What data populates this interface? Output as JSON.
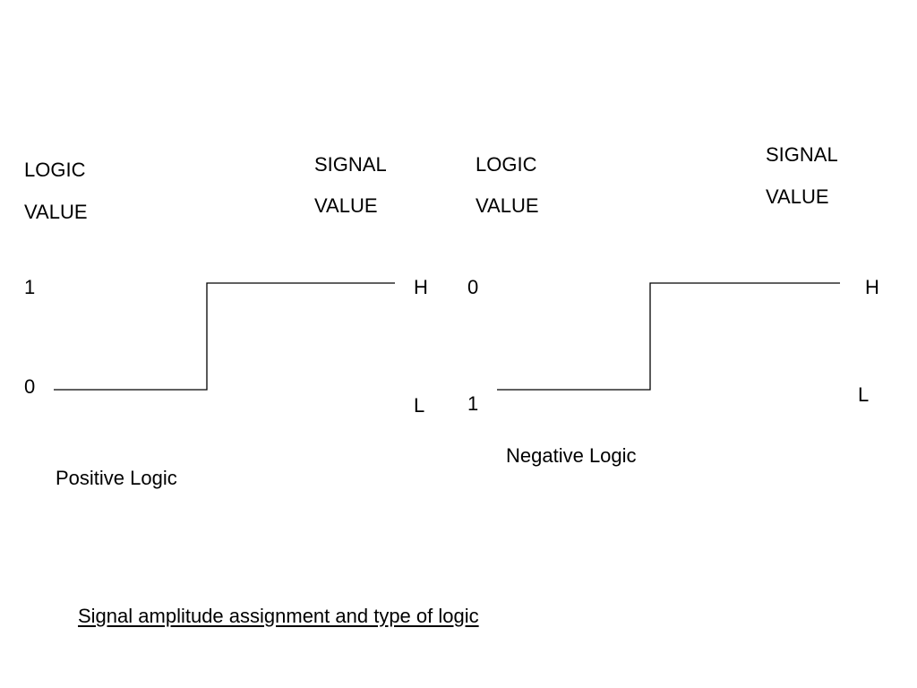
{
  "positive": {
    "logic_label_1": "LOGIC",
    "logic_label_2": "VALUE",
    "signal_label_1": "SIGNAL",
    "signal_label_2": "VALUE",
    "logic_high": "1",
    "logic_low": "0",
    "signal_high": "H",
    "signal_low": "L",
    "title": "Positive  Logic"
  },
  "negative": {
    "logic_label_1": "LOGIC",
    "logic_label_2": "VALUE",
    "signal_label_1": "SIGNAL",
    "signal_label_2": "VALUE",
    "logic_high": "0",
    "logic_low": "1",
    "signal_high": "H",
    "signal_low": "L",
    "title": "Negative Logic"
  },
  "caption": "Signal amplitude assignment and type of logic"
}
